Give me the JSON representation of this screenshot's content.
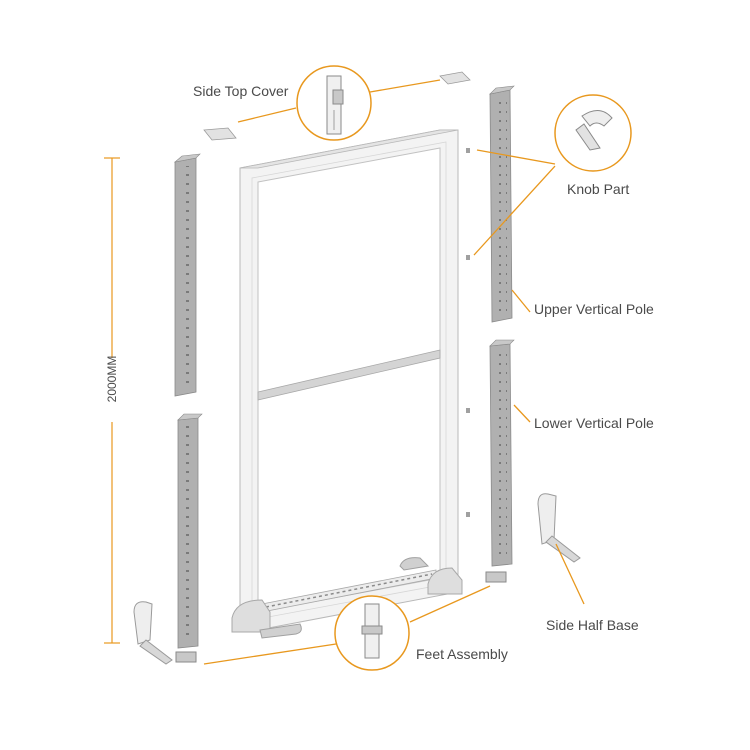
{
  "labels": {
    "side_top_cover": "Side Top Cover",
    "knob_part": "Knob Part",
    "upper_vertical_pole": "Upper Vertical Pole",
    "lower_vertical_pole": "Lower Vertical Pole",
    "side_half_base": "Side Half Base",
    "feet_assembly": "Feet Assembly",
    "height_dimension": "2000MM"
  },
  "colors": {
    "accent": "#E8981E",
    "frame_light": "#F2F2F2",
    "frame_edge": "#B8B8B8",
    "pole": "#A9A9A9",
    "pole_dark": "#8A8A8A",
    "text": "#4A4A4A"
  }
}
